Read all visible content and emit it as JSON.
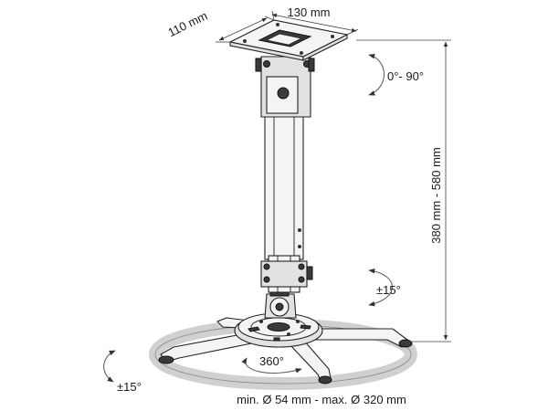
{
  "diagram": {
    "labels": {
      "width_top": "130 mm",
      "depth_top": "110 mm",
      "height_range": "380 mm - 580 mm",
      "tilt_top": "0°- 90°",
      "tilt_joint": "±15°",
      "swivel": "360°",
      "tilt_base": "±15°",
      "plate_range": "min. Ø 54 mm - max. Ø 320 mm"
    },
    "colors": {
      "line": "#222222",
      "fill_light": "#f4f4f4",
      "fill_mid": "#e2e2e2",
      "fill_dark": "#3a3a3a",
      "ellipse": "#d8d8d8"
    }
  }
}
